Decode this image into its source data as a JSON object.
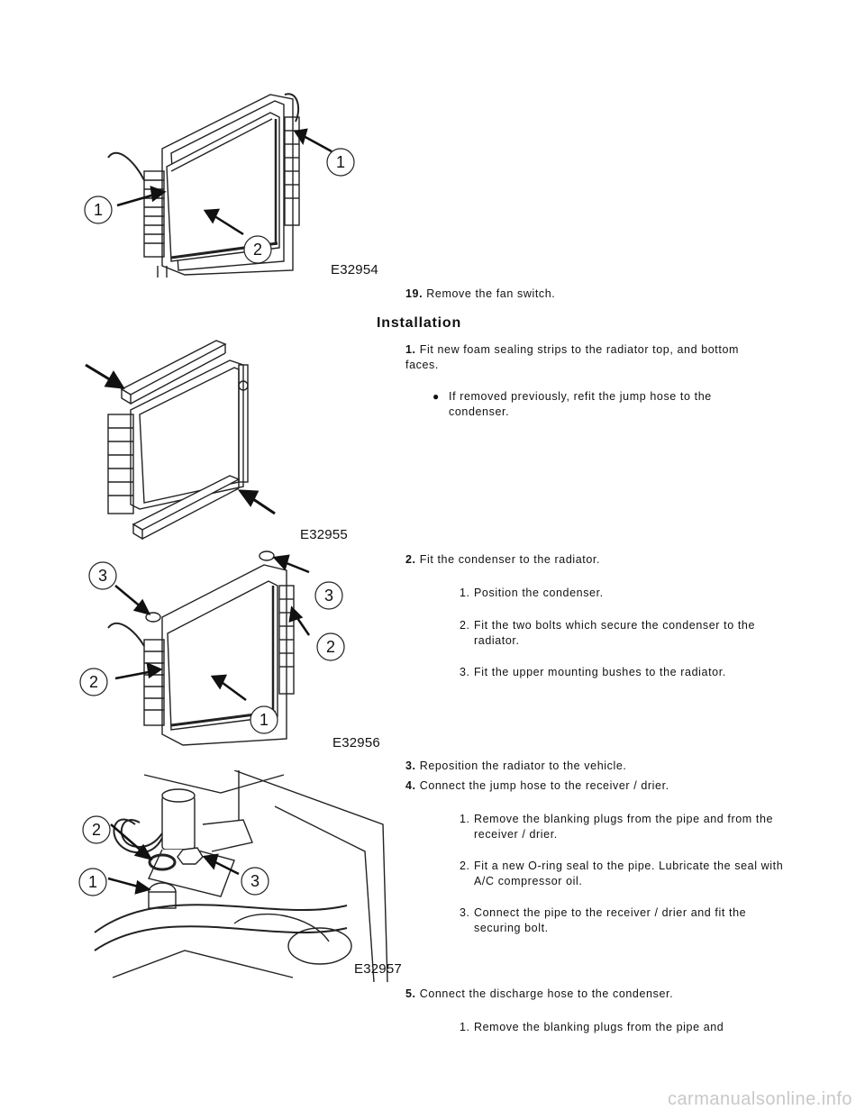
{
  "figures": [
    {
      "label": "E32954",
      "callouts": [
        "1",
        "1",
        "2"
      ]
    },
    {
      "label": "E32955",
      "callouts": []
    },
    {
      "label": "E32956",
      "callouts": [
        "3",
        "3",
        "2",
        "2",
        "1"
      ]
    },
    {
      "label": "E32957",
      "callouts": [
        "2",
        "1",
        "3"
      ]
    }
  ],
  "steps": {
    "s19": {
      "num": "19.",
      "text": "Remove the fan switch."
    },
    "installation_heading": "Installation",
    "s1": {
      "num": "1.",
      "text": "Fit new foam sealing strips to the radiator top, and bottom faces."
    },
    "s1_bullet": "If removed previously, refit the jump hose to the condenser.",
    "s2": {
      "num": "2.",
      "text": "Fit the condenser to the radiator."
    },
    "s2_subs": [
      {
        "n": "1.",
        "text": "Position the condenser."
      },
      {
        "n": "2.",
        "text": "Fit the two bolts which secure the condenser to the radiator."
      },
      {
        "n": "3.",
        "text": "Fit the upper mounting bushes to the radiator."
      }
    ],
    "s3": {
      "num": "3.",
      "text": "Reposition the radiator to the vehicle."
    },
    "s4": {
      "num": "4.",
      "text": "Connect the jump hose to the receiver / drier."
    },
    "s4_subs": [
      {
        "n": "1.",
        "text": "Remove the blanking plugs from the pipe and from the receiver / drier."
      },
      {
        "n": "2.",
        "text": "Fit a new O-ring seal to the pipe. Lubricate the seal with A/C compressor oil."
      },
      {
        "n": "3.",
        "text": "Connect the pipe to the receiver / drier and fit the securing bolt."
      }
    ],
    "s5": {
      "num": "5.",
      "text": "Connect the discharge hose to the condenser."
    },
    "s5_subs": [
      {
        "n": "1.",
        "text": "Remove the blanking plugs from the pipe and"
      }
    ]
  },
  "footer": "carmanualsonline.info"
}
